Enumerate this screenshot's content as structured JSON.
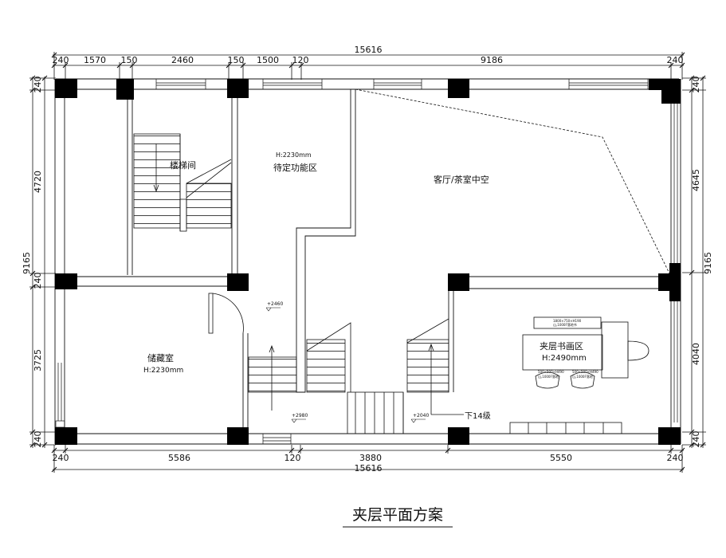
{
  "drawing": {
    "title": "夹层平面方案",
    "dimensions": {
      "top_total": "15616",
      "bottom_total": "15616",
      "top_segments": [
        "240",
        "1570",
        "150",
        "2460",
        "150",
        "1500",
        "120",
        "9186",
        "240"
      ],
      "bottom_segments": [
        "240",
        "5586",
        "120",
        "3880",
        "5550",
        "240"
      ],
      "left_segments": [
        "240",
        "4720",
        "240",
        "3725",
        "240"
      ],
      "left_total": "9165",
      "right_segments": [
        "240",
        "4645",
        "4040",
        "240"
      ],
      "right_total": "9165"
    },
    "rooms": {
      "stairwell": "楼梯间",
      "waiting_height": "H:2230mm",
      "waiting_name": "待定功能区",
      "living_void": "客厅/茶室中空",
      "storage_name": "储藏室",
      "storage_height": "H:2230mm",
      "study_name": "夹层书画区",
      "study_height": "H:2490mm"
    },
    "levels": [
      "+2460",
      "+2980",
      "+2040"
    ],
    "stair_note": "下14级",
    "furniture_labels": {
      "table_line1": "1800×750×H190",
      "table_line2": "山,1000F落地书",
      "chair_left_line1": "500×500×H490",
      "chair_left_line2": "山,1000F落地",
      "chair_right_line1": "500×500×H490",
      "chair_right_line2": "山,1000F落地"
    }
  },
  "colors": {
    "line": "#111111",
    "column_fill": "#000000",
    "background": "#ffffff"
  }
}
